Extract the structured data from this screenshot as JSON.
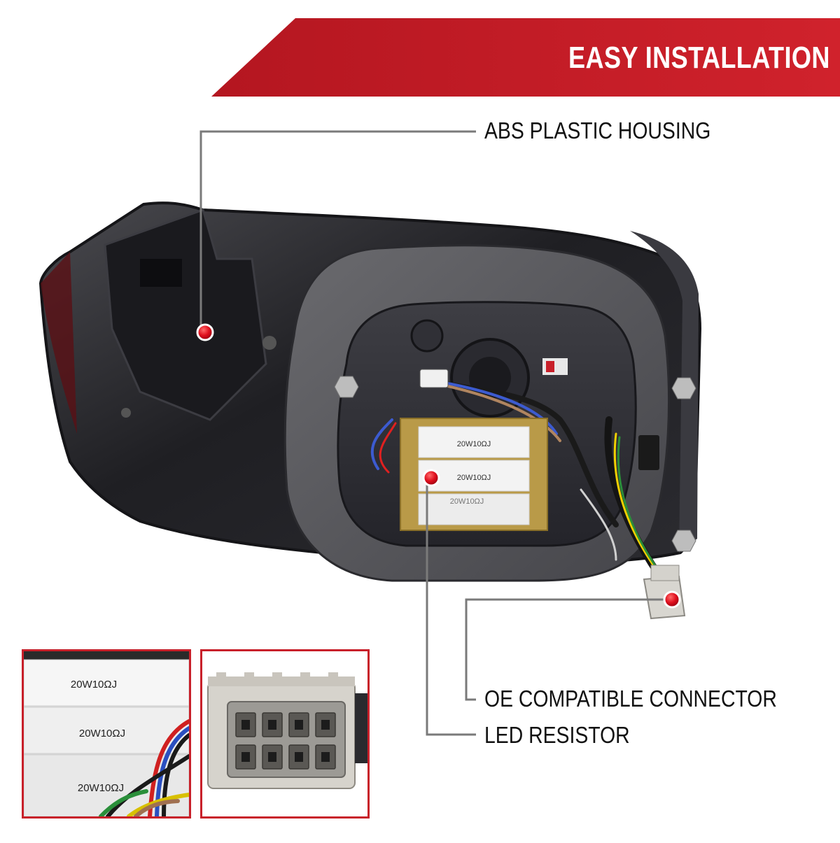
{
  "banner": {
    "title": "EASY INSTALLATION"
  },
  "callouts": [
    {
      "label": "ABS PLASTIC HOUSING"
    },
    {
      "label": "OE COMPATIBLE CONNECTOR"
    },
    {
      "label": "LED RESISTOR"
    }
  ],
  "resistor": {
    "marking": "20W10ΩJ"
  },
  "colors": {
    "accent": "#c8202a",
    "leader_line": "#777777",
    "marker": "#e0101e"
  }
}
